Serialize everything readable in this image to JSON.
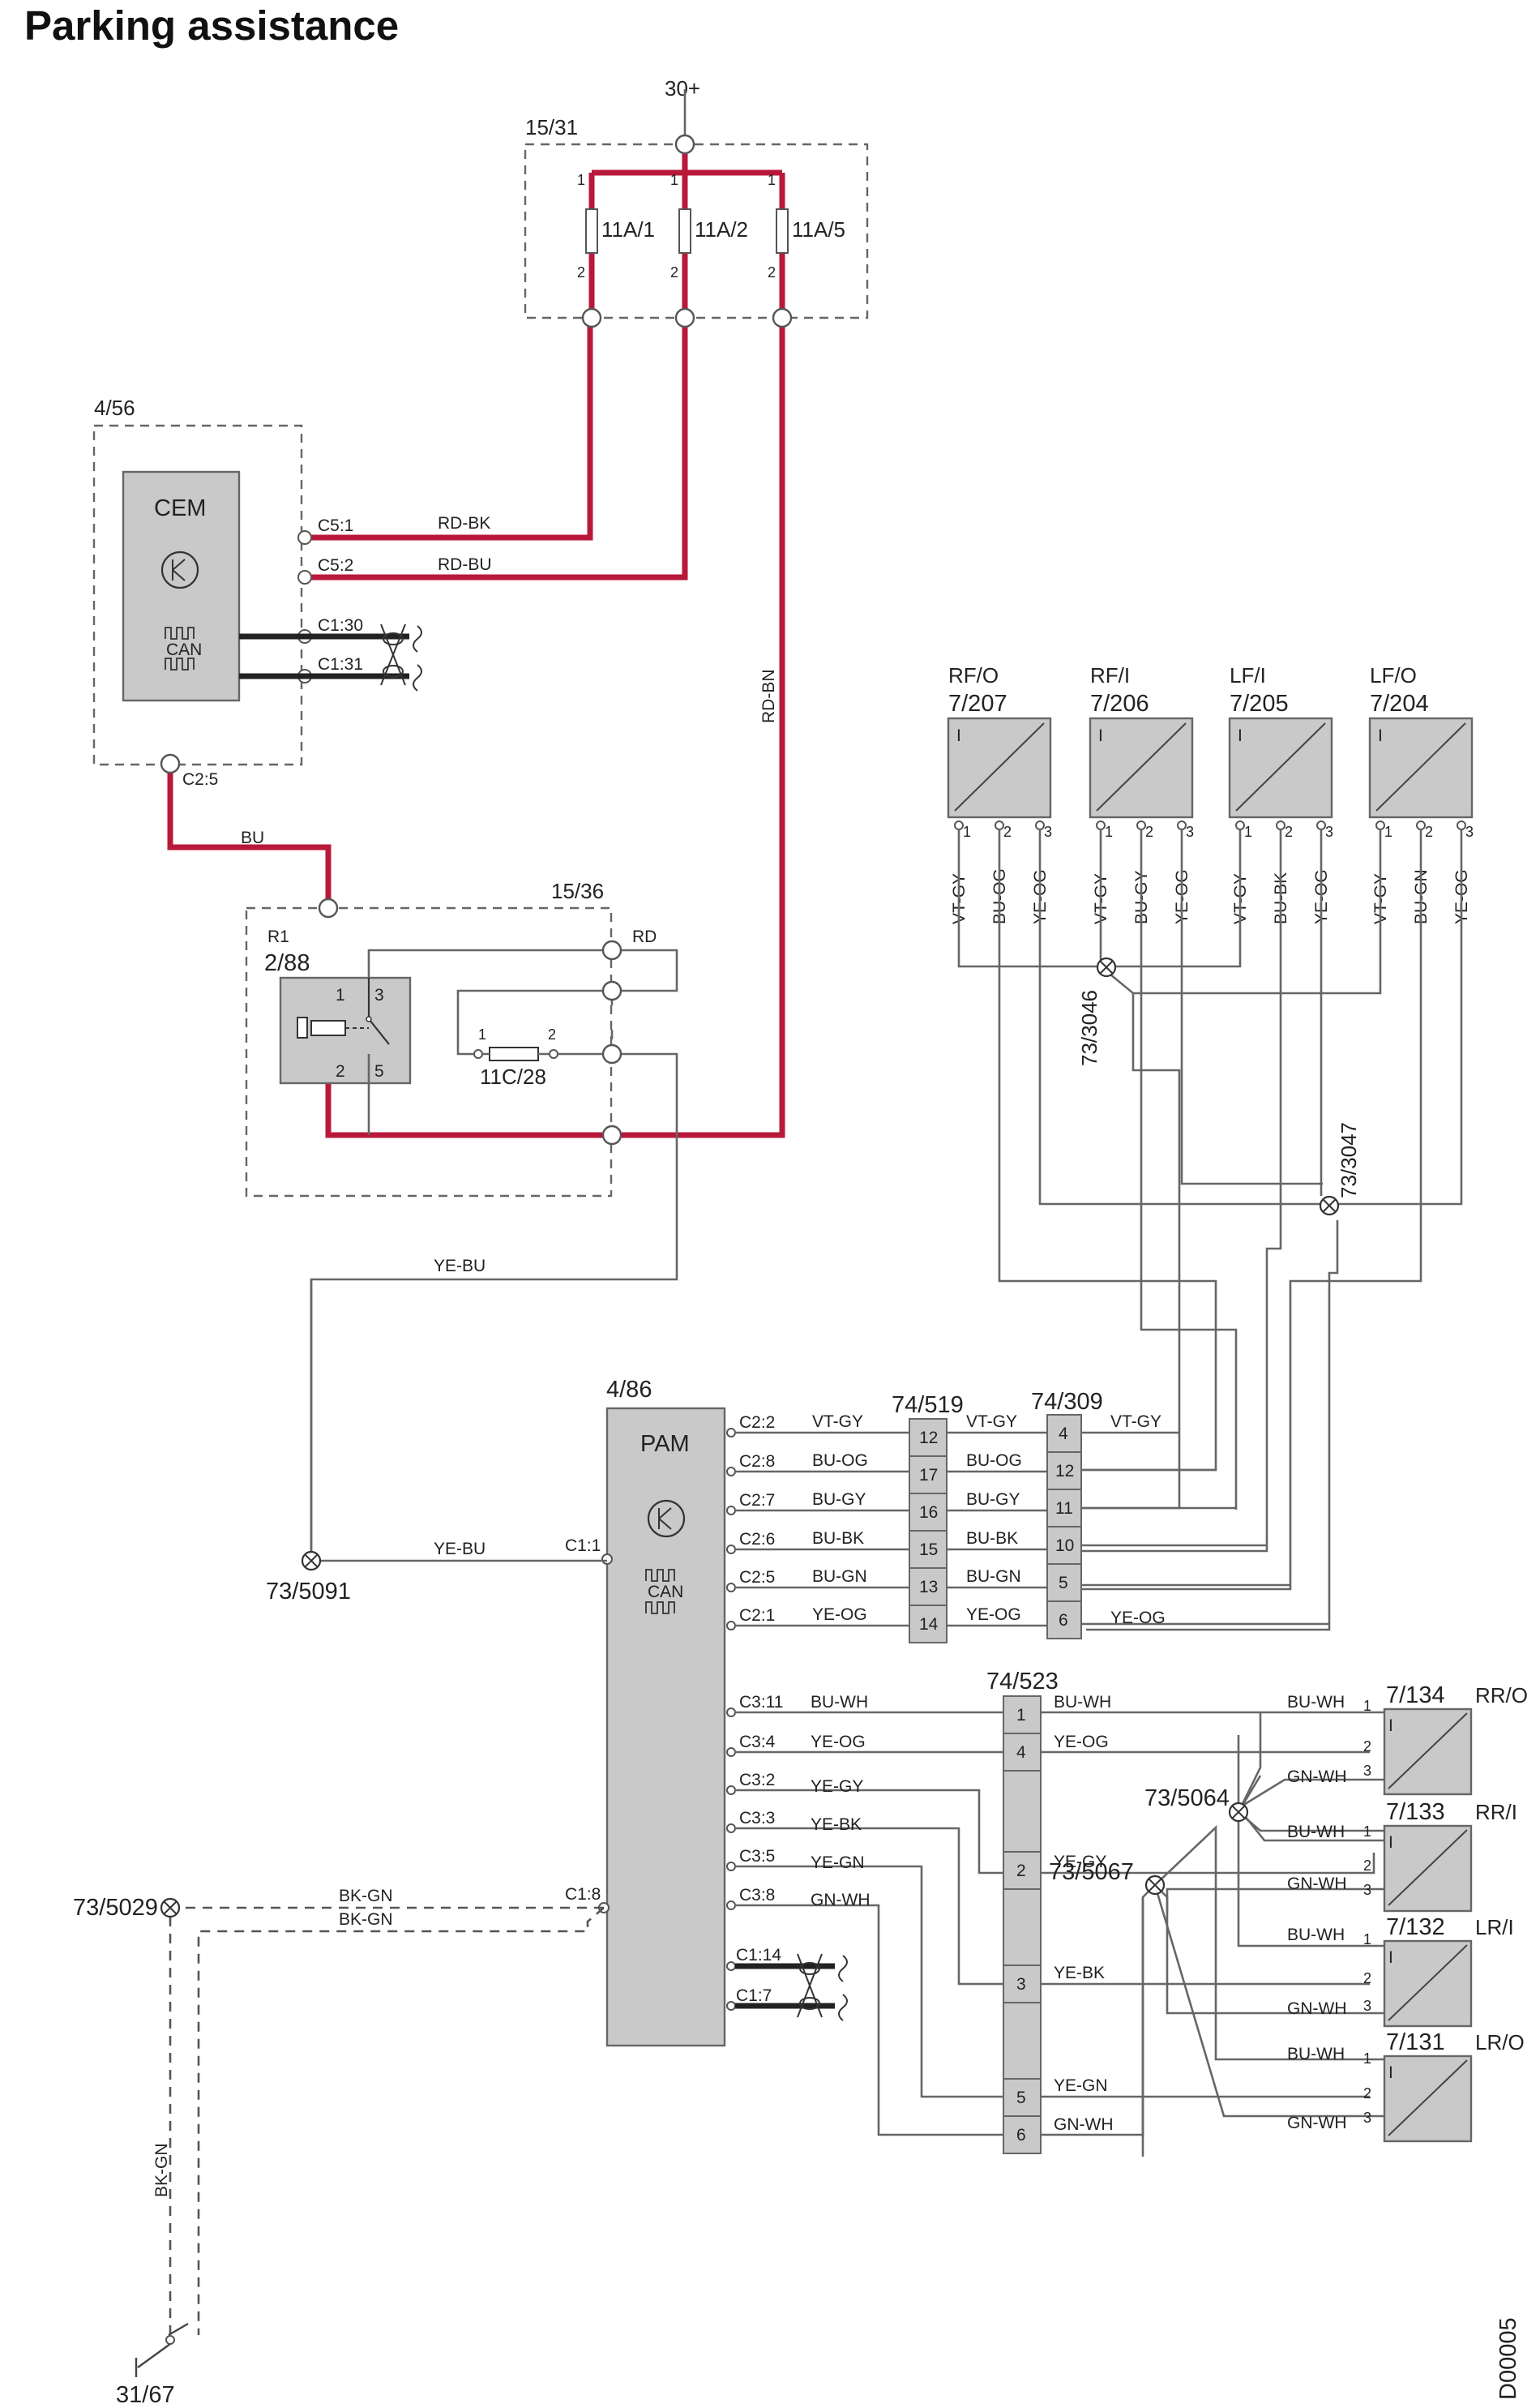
{
  "title": "Parking assistance",
  "doc_id": "D00005",
  "supply": "30+",
  "ground": "31/67",
  "fusebox": {
    "label": "15/31",
    "fuses": [
      "11A/1",
      "11A/2",
      "11A/5"
    ],
    "pin_in": "1",
    "pin_out": "2"
  },
  "cem": {
    "ref": "4/56",
    "name": "CEM",
    "can": "CAN",
    "pins": {
      "c5_1": "C5:1",
      "c5_2": "C5:2",
      "c1_30": "C1:30",
      "c1_31": "C1:31",
      "c2_5": "C2:5"
    }
  },
  "relay": {
    "box": "15/36",
    "name": "R1",
    "ref": "2/88",
    "pins": [
      "1",
      "2",
      "3",
      "5"
    ],
    "fuse": "11C/28",
    "fuse_pins": [
      "1",
      "2"
    ]
  },
  "pam": {
    "ref": "4/86",
    "name": "PAM",
    "can": "CAN",
    "pins": {
      "c1_1": "C1:1",
      "c1_8": "C1:8",
      "c1_14": "C1:14",
      "c1_7": "C1:7",
      "c2": [
        "C2:2",
        "C2:8",
        "C2:7",
        "C2:6",
        "C2:5",
        "C2:1"
      ],
      "c3": [
        "C3:11",
        "C3:4",
        "C3:2",
        "C3:3",
        "C3:5",
        "C3:8"
      ]
    }
  },
  "connectors": {
    "c74_519": {
      "label": "74/519",
      "pins": [
        "12",
        "17",
        "16",
        "15",
        "13",
        "14"
      ]
    },
    "c74_309": {
      "label": "74/309",
      "pins": [
        "4",
        "12",
        "11",
        "10",
        "5",
        "6"
      ]
    },
    "c74_523": {
      "label": "74/523",
      "pins": [
        "1",
        "4",
        "",
        "2",
        "",
        "3",
        "",
        "5",
        "6"
      ]
    }
  },
  "splices": {
    "s3046": "73/3046",
    "s3047": "73/3047",
    "s5091": "73/5091",
    "s5029": "73/5029",
    "s5064": "73/5064",
    "s5067": "73/5067"
  },
  "front_sensors": [
    {
      "pos": "RF/O",
      "ref": "7/207"
    },
    {
      "pos": "RF/I",
      "ref": "7/206"
    },
    {
      "pos": "LF/I",
      "ref": "7/205"
    },
    {
      "pos": "LF/O",
      "ref": "7/204"
    }
  ],
  "rear_sensors": [
    {
      "pos": "RR/O",
      "ref": "7/134"
    },
    {
      "pos": "RR/I",
      "ref": "7/133"
    },
    {
      "pos": "LR/I",
      "ref": "7/132"
    },
    {
      "pos": "LR/O",
      "ref": "7/131"
    }
  ],
  "sensor_pins": [
    "1",
    "2",
    "3"
  ],
  "sensor_mark": "I",
  "wire_colors": {
    "rd_bk": "RD-BK",
    "rd_bu": "RD-BU",
    "rd_bn": "RD-BN",
    "bu": "BU",
    "rd": "RD",
    "ye_bu": "YE-BU",
    "bk_gn": "BK-GN",
    "front": [
      "VT-GY",
      "BU-OG",
      "YE-OG",
      "VT-GY",
      "BU-GY",
      "YE-OG",
      "VT-GY",
      "BU-BK",
      "YE-OG",
      "VT-GY",
      "BU-GN",
      "YE-OG"
    ],
    "pam_c2": [
      "VT-GY",
      "BU-OG",
      "BU-GY",
      "BU-BK",
      "BU-GN",
      "YE-OG"
    ],
    "pam_c3": [
      "BU-WH",
      "YE-OG",
      "YE-GY",
      "YE-BK",
      "YE-GN",
      "GN-WH"
    ],
    "rear_mid": [
      "BU-WH",
      "YE-OG",
      "YE-GY",
      "YE-BK",
      "YE-GN",
      "GN-WH"
    ],
    "rear_sensor": [
      "BU-WH",
      "GN-WH"
    ]
  },
  "colors": {
    "power_wire": "#b8183a",
    "signal_wire": "#666666",
    "module_fill": "#c9c9c9"
  }
}
